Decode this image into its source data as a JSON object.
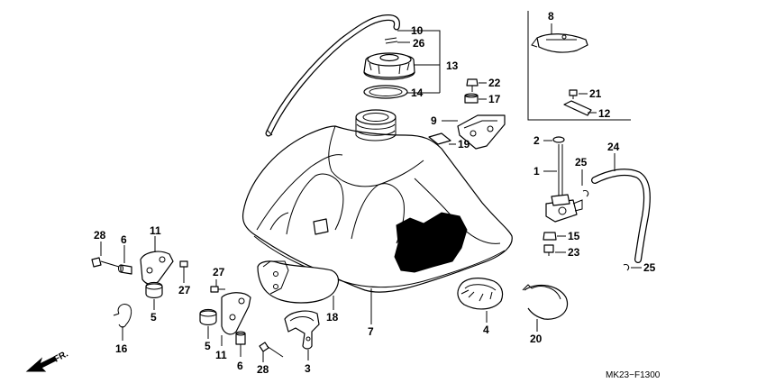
{
  "diagram": {
    "drawing_code": "MK23−F1300",
    "direction_label": "FR.",
    "callouts": [
      {
        "id": "c10",
        "text": "10"
      },
      {
        "id": "c26a",
        "text": "26"
      },
      {
        "id": "c13",
        "text": "13"
      },
      {
        "id": "c14",
        "text": "14"
      },
      {
        "id": "c22",
        "text": "22"
      },
      {
        "id": "c17",
        "text": "17"
      },
      {
        "id": "c9",
        "text": "9"
      },
      {
        "id": "c19",
        "text": "19"
      },
      {
        "id": "c8",
        "text": "8"
      },
      {
        "id": "c21",
        "text": "21"
      },
      {
        "id": "c12",
        "text": "12"
      },
      {
        "id": "c2",
        "text": "2"
      },
      {
        "id": "c1",
        "text": "1"
      },
      {
        "id": "c25a",
        "text": "25"
      },
      {
        "id": "c24",
        "text": "24"
      },
      {
        "id": "c15",
        "text": "15"
      },
      {
        "id": "c23",
        "text": "23"
      },
      {
        "id": "c25b",
        "text": "25"
      },
      {
        "id": "c28a",
        "text": "28"
      },
      {
        "id": "c6a",
        "text": "6"
      },
      {
        "id": "c11a",
        "text": "11"
      },
      {
        "id": "c27a",
        "text": "27"
      },
      {
        "id": "c5a",
        "text": "5"
      },
      {
        "id": "c16",
        "text": "16"
      },
      {
        "id": "c27b",
        "text": "27"
      },
      {
        "id": "c18",
        "text": "18"
      },
      {
        "id": "c7",
        "text": "7"
      },
      {
        "id": "c4",
        "text": "4"
      },
      {
        "id": "c20",
        "text": "20"
      },
      {
        "id": "c5b",
        "text": "5"
      },
      {
        "id": "c11b",
        "text": "11"
      },
      {
        "id": "c6b",
        "text": "6"
      },
      {
        "id": "c28b",
        "text": "28"
      },
      {
        "id": "c3",
        "text": "3"
      }
    ]
  }
}
